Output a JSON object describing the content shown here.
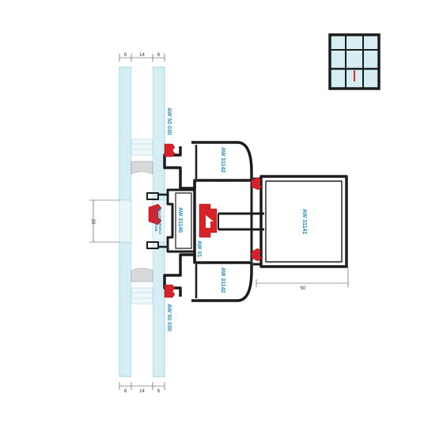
{
  "colors": {
    "glass": "#d4eef4",
    "glass_edge": "#9fd4e0",
    "profile": "#1c1c1c",
    "gasket": "#d8222a",
    "accent": "#e32a2a",
    "label": "#2a8fc0",
    "dimension": "#444444"
  },
  "dimensions": {
    "glass_top": [
      "6",
      "14",
      "6"
    ],
    "glass_bottom": [
      "6",
      "14",
      "6"
    ],
    "gap": "20",
    "width": "50"
  },
  "labels": {
    "top_cover": "AW 50 030",
    "bottom_cover": "AW 50 030",
    "upper_profile": "AW 31142",
    "lower_profile": "AW 31142",
    "mullion": "AW 31146",
    "transom": "AW 31141",
    "connector": "AW 01",
    "insert_line1": "ZUBEHÖR / SISTEM",
    "insert_line2": "INSULATION PROFILE"
  },
  "icons": {
    "window_grid": "window-grid-icon"
  }
}
